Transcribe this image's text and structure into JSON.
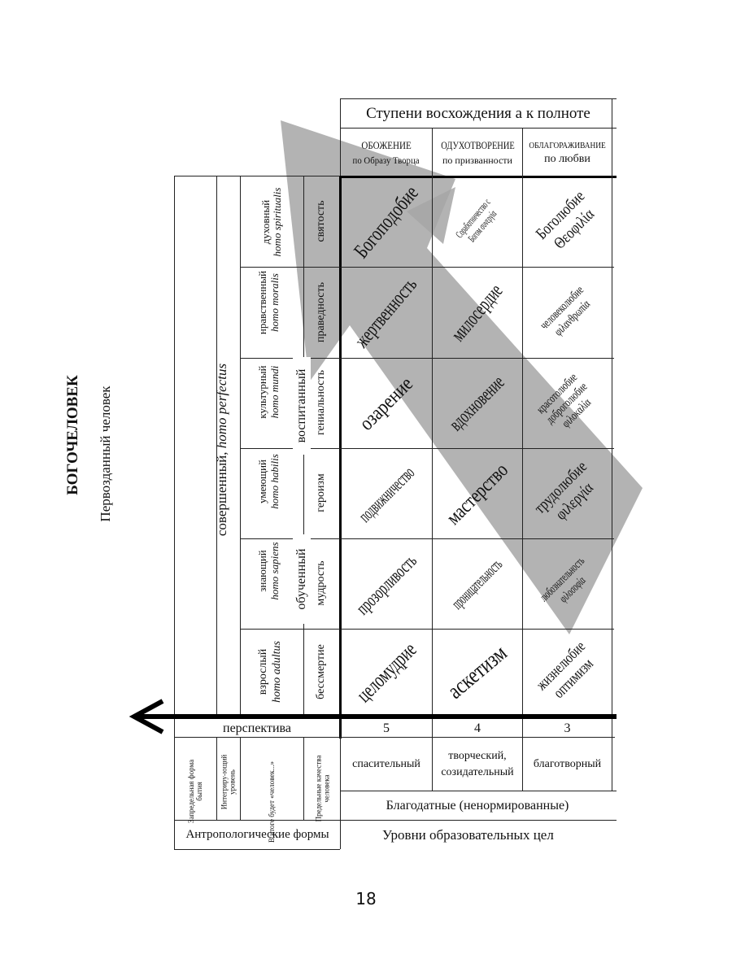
{
  "header": {
    "title": "Ступени восхождения а к полноте",
    "columns": [
      {
        "top": "ОБОЖЕНИЕ",
        "bottom": "по Образу Творца"
      },
      {
        "top": "ОДУХОТВОРЕНИЕ",
        "bottom": "по призванности"
      },
      {
        "top": "ОБЛАГОРАЖИВАНИЕ",
        "bottom": "по любви"
      }
    ]
  },
  "left_panel": {
    "main_title": "БОГОЧЕЛОВЕК",
    "sub_title": "Первозданный человек",
    "perfect_label": "совершенный,",
    "perfect_latin": "homo perfectus",
    "educated_label": "воспитанный",
    "trained_label": "обученный",
    "perspective_label": "перспектива",
    "forms_label": "Антропологические формы",
    "row_headers": [
      "Запредельная форма бытия",
      "Интегриру-ющий уровень",
      "В итоге будет «человек...»",
      "Предельные качества человека"
    ]
  },
  "rows": [
    {
      "type": "духовный",
      "latin": "homo spiritualis",
      "quality": "святость",
      "cells": [
        "Богоподобие",
        "Соработничество с Богом συνεργία",
        "Боголюбие Θεοφιλία"
      ]
    },
    {
      "type": "нравственный",
      "latin": "homo moralis",
      "quality": "праведность",
      "cells": [
        "жертвенность",
        "милосердие",
        "человеколюбие φιλανθρωπία"
      ]
    },
    {
      "type": "культурный",
      "latin": "homo mundi",
      "quality": "гениальность",
      "cells": [
        "озарение",
        "вдохновение",
        "красотолюбие доброголюбие φιλοκαλία"
      ]
    },
    {
      "type": "умеющий",
      "latin": "homo habilis",
      "quality": "героизм",
      "cells": [
        "подвижничество",
        "мастерство",
        "трудолюбие φιλεργία"
      ]
    },
    {
      "type": "знающий",
      "latin": "homo sapiens",
      "quality": "мудрость",
      "cells": [
        "прозорливость",
        "проницательность",
        "любознательность φιλοσοφία"
      ]
    },
    {
      "type": "взрослый",
      "latin": "homo adultus",
      "quality": "бессмертие",
      "cells": [
        "целомудрие",
        "аскетизм",
        "жизнелюбие оптимизм"
      ]
    }
  ],
  "levels": {
    "numbers": [
      "5",
      "4",
      "3"
    ],
    "names": [
      "спасительный",
      "творческий, созидательный",
      "благотворный"
    ],
    "group": "Благодатные (ненормированные)",
    "footer": "Уровни образовательных цел"
  },
  "page_number": "18",
  "colors": {
    "watermark": "#a6a6a6",
    "line": "#222222"
  }
}
